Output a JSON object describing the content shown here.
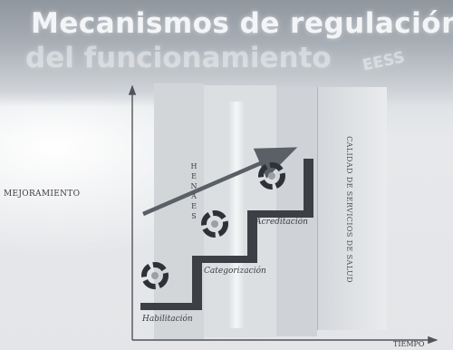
{
  "title": {
    "line1": "Mecanismos de regulación",
    "line2": "del funcionamiento",
    "fragment": "EESS"
  },
  "axes": {
    "y_label": "MEJORAMIENTO",
    "x_label": "TIEMPO"
  },
  "steps": [
    {
      "label": "Habilitación"
    },
    {
      "label": "Categorización"
    },
    {
      "label": "Acreditación"
    }
  ],
  "vertical_word": "HENAES",
  "column_text": "CALIDAD DE SERVICIOS DE SALUD",
  "colors": {
    "stair": "#3c3f44",
    "gear": "#2e3136",
    "arrow": "#5b5f66"
  }
}
